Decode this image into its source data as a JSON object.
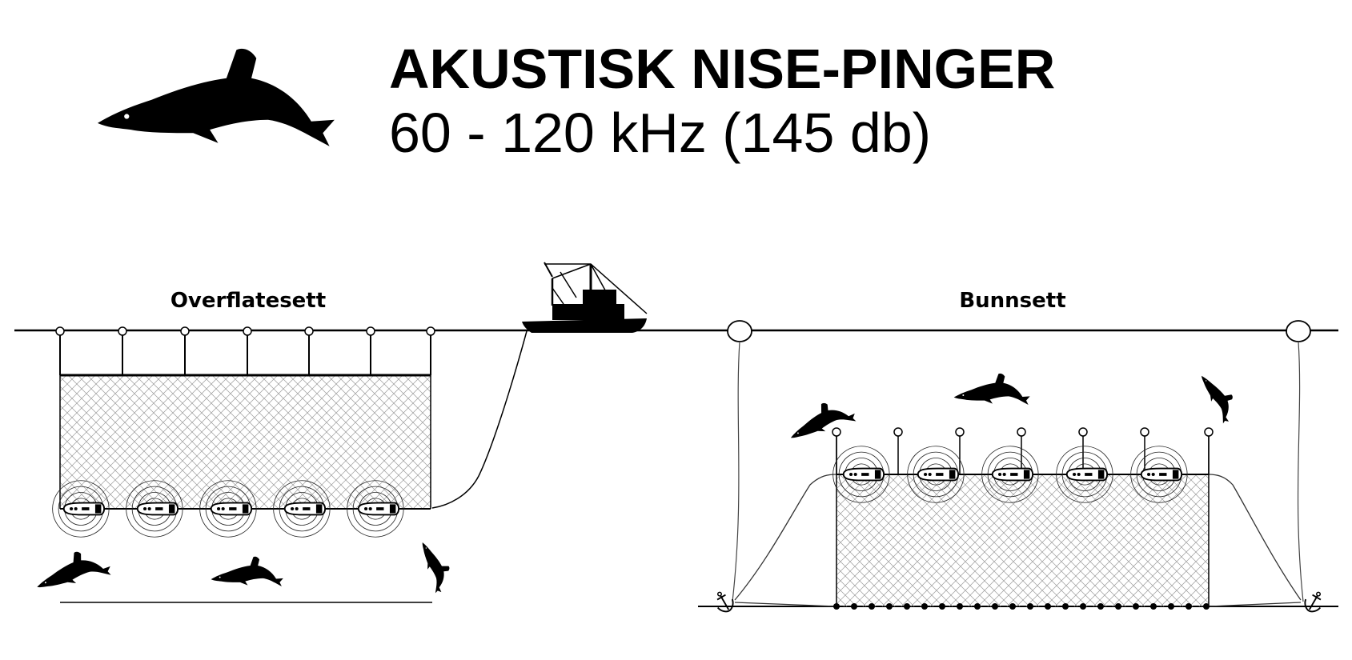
{
  "header": {
    "title": "AKUSTISK NISE-PINGER",
    "subtitle": "60 - 120 kHz (145 db)"
  },
  "sections": {
    "surface": {
      "label": "Overflatesett"
    },
    "bottom": {
      "label": "Bunnsett"
    }
  },
  "icons": {
    "porpoise": "porpoise-icon",
    "ship": "fishing-vessel-icon",
    "pinger": "pinger-icon",
    "buoy": "buoy-icon",
    "anchor": "anchor-icon"
  }
}
